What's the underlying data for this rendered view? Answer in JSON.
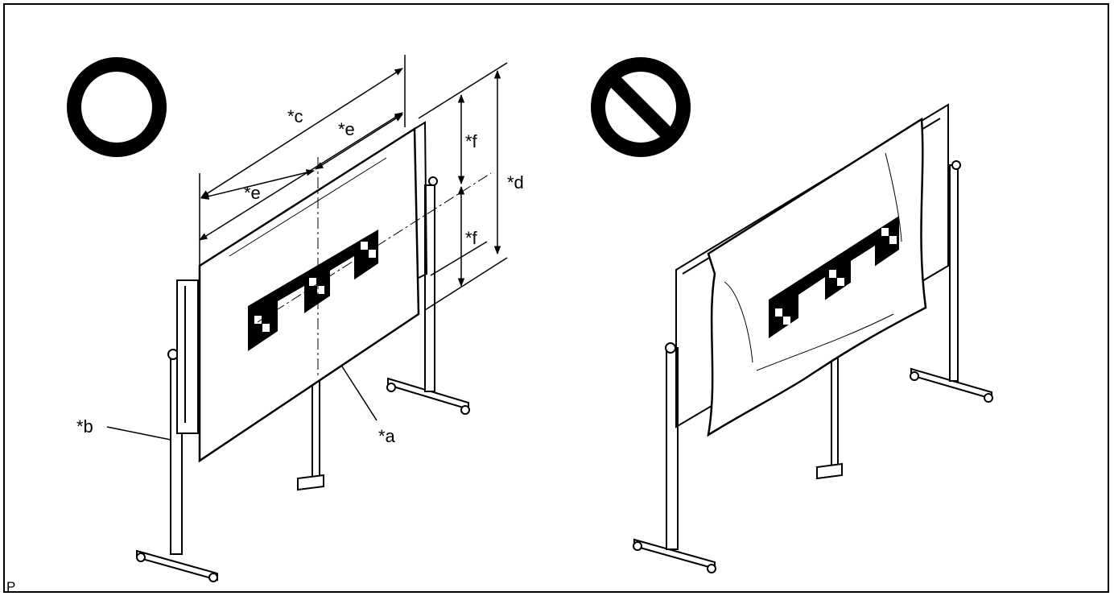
{
  "symbols": {
    "correct": "circle-ok-icon",
    "incorrect": "prohibited-icon"
  },
  "labels": {
    "a": "*a",
    "b": "*b",
    "c": "*c",
    "d": "*d",
    "e": "*e",
    "f": "*f"
  },
  "corner_code": "P",
  "colors": {
    "ink": "#000000",
    "paper": "#ffffff"
  }
}
